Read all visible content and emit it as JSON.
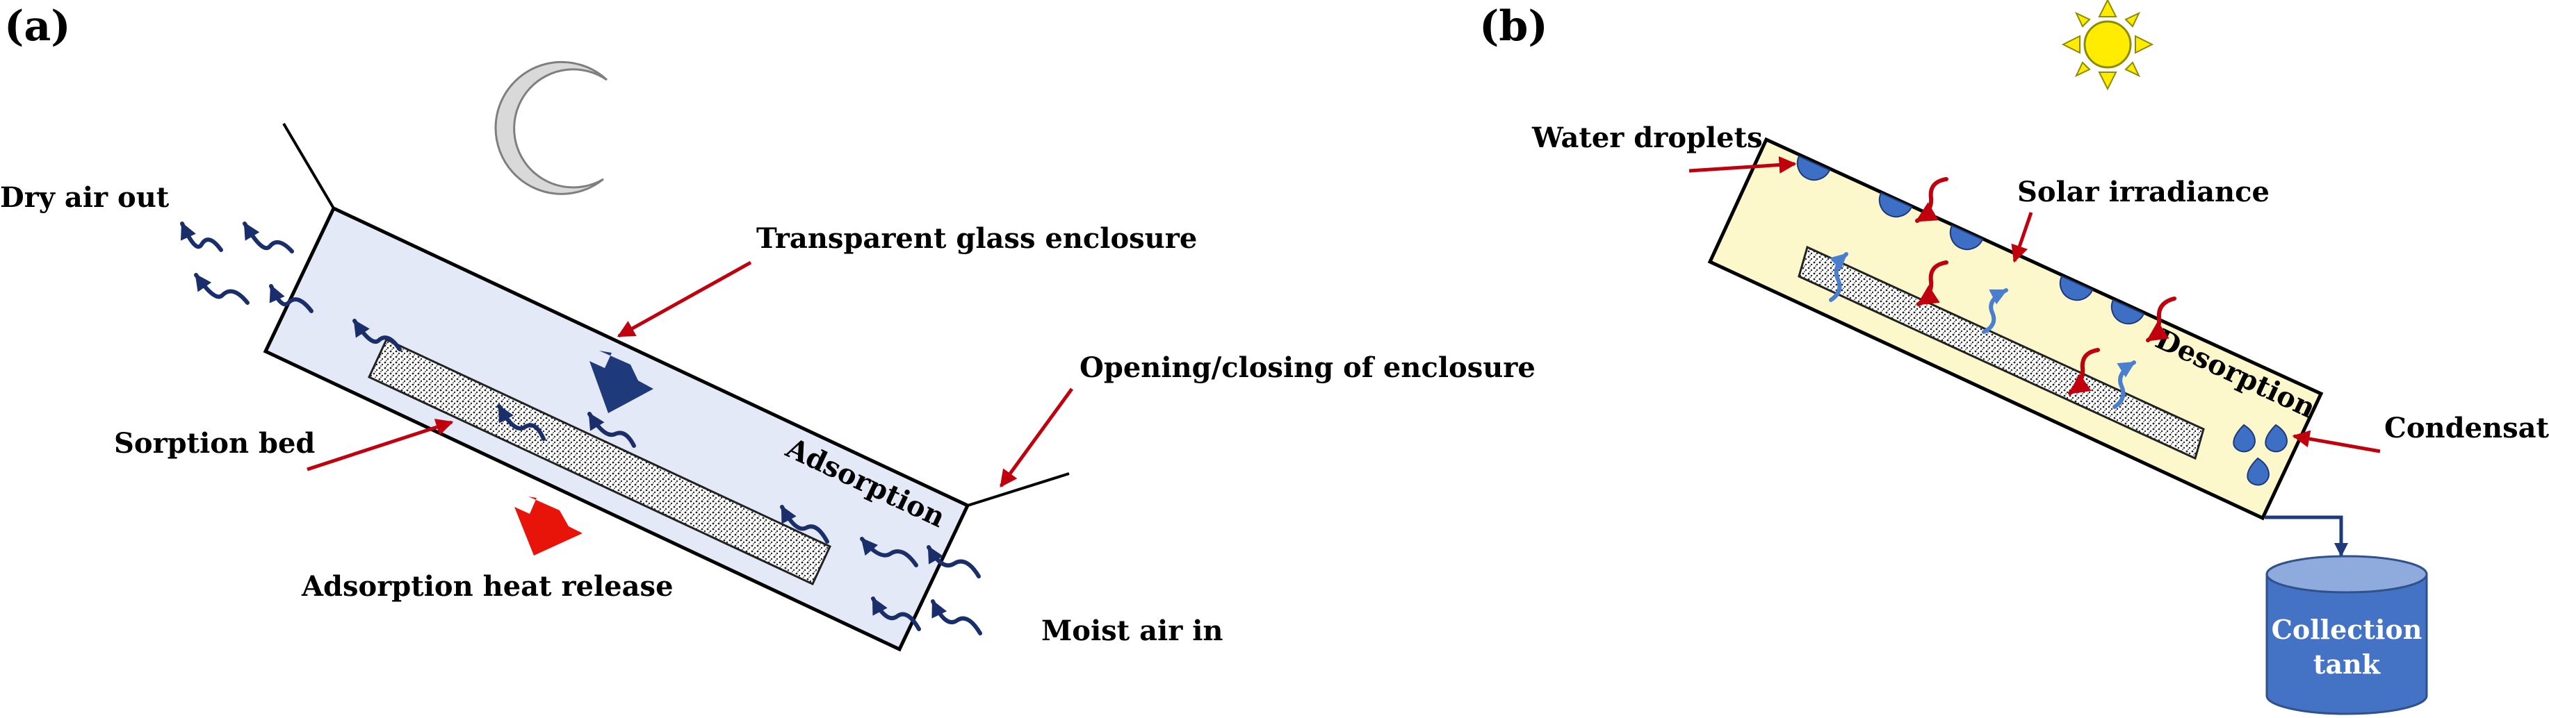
{
  "panels": {
    "a": {
      "tag": "(a)",
      "labels": {
        "dry_air_out": "Dry air out",
        "transparent_glass": "Transparent glass enclosure",
        "opening_closing": "Opening/closing of enclosure",
        "sorption_bed": "Sorption bed",
        "adsorption_heat": "Adsorption heat release",
        "moist_air_in": "Moist air in",
        "adsorption": "Adsorption"
      },
      "icons": [
        "moon-icon",
        "cool-arrow-icon",
        "heat-arrow-icon"
      ]
    },
    "b": {
      "tag": "(b)",
      "labels": {
        "water_droplets": "Water droplets",
        "solar_irradiance": "Solar irradiance",
        "desorption": "Desorption",
        "condensate": "Condensate",
        "collection_tank_line1": "Collection",
        "collection_tank_line2": "tank"
      },
      "icons": [
        "sun-icon"
      ]
    }
  },
  "colors": {
    "enclosure_a": "#e3e9f6",
    "enclosure_b": "#fcf8cc",
    "airflow": "#1a2e6b",
    "pointer": "#c0000c",
    "cool_arrow": "#1f3a7a",
    "heat_arrow": "#e8140a",
    "vapor": "#4a7fd0",
    "droplet": "#3d70c4",
    "tank": "#4472c4",
    "sun": "#ffec00",
    "moon": "#d9d9d9"
  }
}
